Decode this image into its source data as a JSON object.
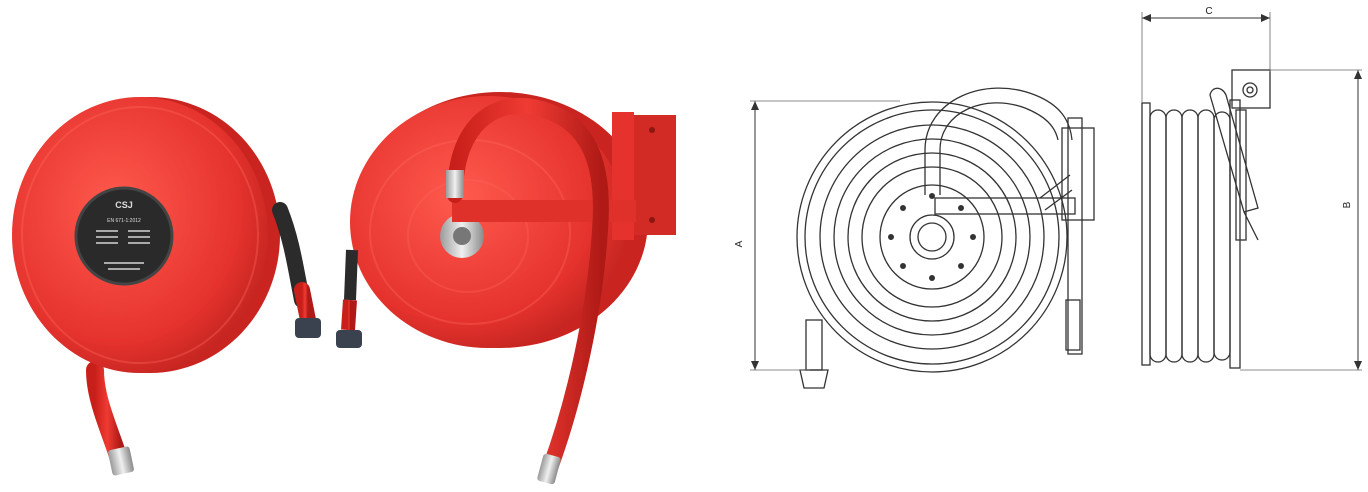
{
  "reel_front": {
    "badge_brand": "CSJ",
    "badge_standard": "EN 671-1:2012"
  },
  "dimensions": {
    "a_label": "A",
    "b_label": "B",
    "c_label": "C"
  },
  "colors": {
    "reel_red": "#e5322d",
    "reel_dark_red": "#b8201c",
    "hose_black": "#2b2b2b",
    "steel": "#c9c9c9",
    "line": "#333333"
  }
}
